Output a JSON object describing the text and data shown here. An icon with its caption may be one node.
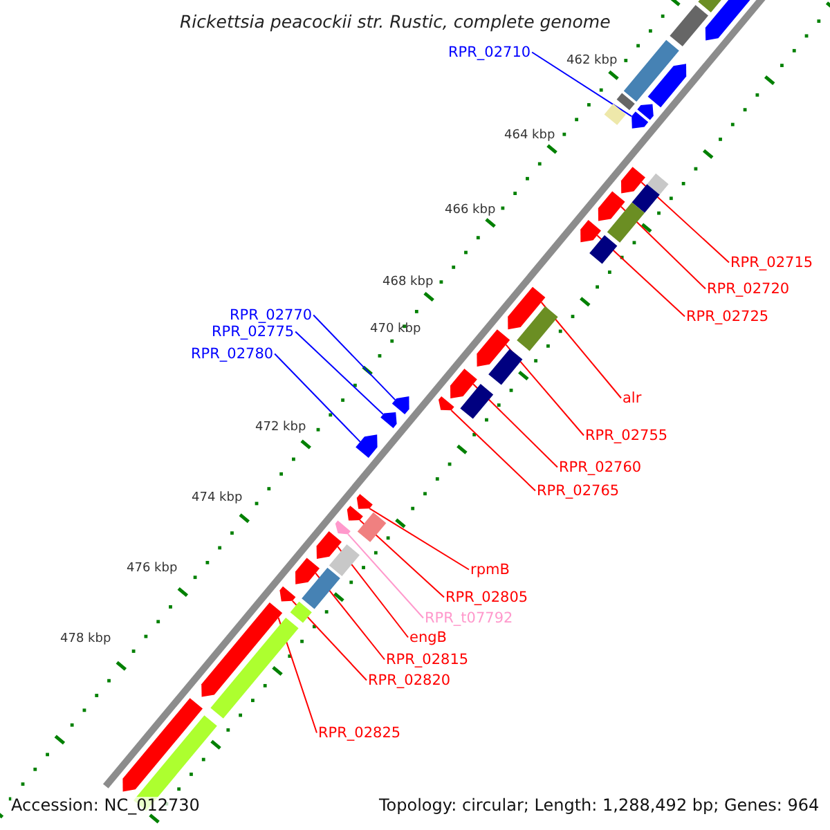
{
  "diagram": {
    "title": "Rickettsia peacockii str. Rustic, complete genome",
    "nodes": [
      {
        "text": [
          "RPR_02710"
        ]
      },
      {
        "text": [
          "RPR_02715"
        ]
      },
      {
        "text": [
          "RPR_02720"
        ]
      },
      {
        "text": [
          "RPR_02770"
        ]
      },
      {
        "text": [
          "RPR_02725"
        ]
      },
      {
        "text": [
          "RPR_02775"
        ]
      },
      {
        "text": [
          "RPR_02780"
        ]
      },
      {
        "text": [
          "alr"
        ]
      },
      {
        "text": [
          "RPR_02755"
        ]
      },
      {
        "text": [
          "RPR_02760"
        ]
      },
      {
        "text": [
          "RPR_02765"
        ]
      },
      {
        "text": [
          "rpmB"
        ]
      },
      {
        "text": [
          "RPR_02805"
        ]
      },
      {
        "text": [
          "RPR_t07792"
        ]
      },
      {
        "text": [
          "engB"
        ]
      },
      {
        "text": [
          "RPR_02815"
        ]
      },
      {
        "text": [
          "RPR_02820"
        ]
      },
      {
        "text": [
          "RPR_02825"
        ]
      },
      {
        "text": [],
        "shape": "arrow"
      },
      {
        "text": [],
        "shape": "arrow"
      },
      {
        "text": [],
        "shape": "arrow"
      },
      {
        "text": [],
        "shape": "arrow"
      },
      {
        "text": [],
        "shape": "arrow"
      },
      {
        "text": [],
        "shape": "arrow"
      },
      {
        "text": [],
        "shape": "arrow"
      },
      {
        "text": [],
        "shape": "arrow"
      },
      {
        "text": [],
        "shape": "arrow"
      },
      {
        "text": [],
        "shape": "arrow"
      },
      {
        "text": [],
        "shape": "arrow"
      },
      {
        "text": [],
        "shape": "arrow"
      },
      {
        "text": [],
        "shape": "arrow"
      },
      {
        "text": [],
        "shape": "arrow"
      },
      {
        "text": [],
        "shape": "arrow"
      },
      {
        "text": [],
        "shape": "arrow"
      },
      {
        "text": [],
        "shape": "arrow"
      },
      {
        "text": [],
        "shape": "arrow"
      },
      {
        "text": [],
        "shape": "arrow"
      },
      {
        "text": [],
        "shape": "arrow"
      },
      {
        "text": [],
        "shape": "arrow"
      },
      {
        "text": [],
        "shape": "arrow"
      },
      {
        "text": [],
        "shape": "box"
      },
      {
        "text": [],
        "shape": "box"
      },
      {
        "text": [],
        "shape": "box"
      },
      {
        "text": [],
        "shape": "box"
      },
      {
        "text": [],
        "shape": "box"
      },
      {
        "text": [],
        "shape": "box"
      },
      {
        "text": [],
        "shape": "box"
      },
      {
        "text": [],
        "shape": "box"
      },
      {
        "text": [],
        "shape": "box"
      },
      {
        "text": [],
        "shape": "box"
      },
      {
        "text": [],
        "shape": "box"
      },
      {
        "text": [],
        "shape": "box"
      },
      {
        "text": [],
        "shape": "box"
      },
      {
        "text": [],
        "shape": "box"
      },
      {
        "text": [],
        "shape": "box"
      },
      {
        "text": [],
        "shape": "box"
      },
      {
        "text": [],
        "shape": "box"
      },
      {
        "text": [],
        "shape": "box"
      }
    ],
    "edges": [
      {
        "from": 0,
        "to": 18,
        "arrow": "none",
        "color": "#0000ff"
      },
      {
        "from": 1,
        "to": 19,
        "arrow": "none"
      },
      {
        "from": 2,
        "to": 20,
        "arrow": "none"
      },
      {
        "from": 3,
        "to": 26,
        "arrow": "none",
        "color": "#0000ff"
      },
      {
        "from": 4,
        "to": 21,
        "arrow": "none"
      },
      {
        "from": 5,
        "to": 27,
        "arrow": "none",
        "color": "#0000ff"
      },
      {
        "from": 6,
        "to": 28,
        "arrow": "none",
        "color": "#0000ff"
      },
      {
        "from": 7,
        "to": 22,
        "arrow": "none"
      },
      {
        "from": 8,
        "to": 23,
        "arrow": "none"
      },
      {
        "from": 9,
        "to": 24,
        "arrow": "none"
      },
      {
        "from": 10,
        "to": 25,
        "arrow": "none"
      },
      {
        "from": 11,
        "to": 29,
        "arrow": "none"
      },
      {
        "from": 12,
        "to": 30,
        "arrow": "none"
      },
      {
        "from": 13,
        "to": 31,
        "arrow": "none",
        "color": "#ff99cc"
      },
      {
        "from": 14,
        "to": 32,
        "arrow": "none"
      },
      {
        "from": 15,
        "to": 33,
        "arrow": "none"
      },
      {
        "from": 16,
        "to": 34,
        "arrow": "none"
      },
      {
        "from": 17,
        "to": 35,
        "arrow": "none"
      }
    ],
    "labels": [
      "462 kbp",
      "464 kbp",
      "466 kbp",
      "468 kbp",
      "470 kbp",
      "472 kbp",
      "474 kbp",
      "476 kbp",
      "478 kbp",
      "Accession: NC_012730",
      "Topology: circular; Length: 1,288,492 bp; Genes: 964"
    ]
  }
}
